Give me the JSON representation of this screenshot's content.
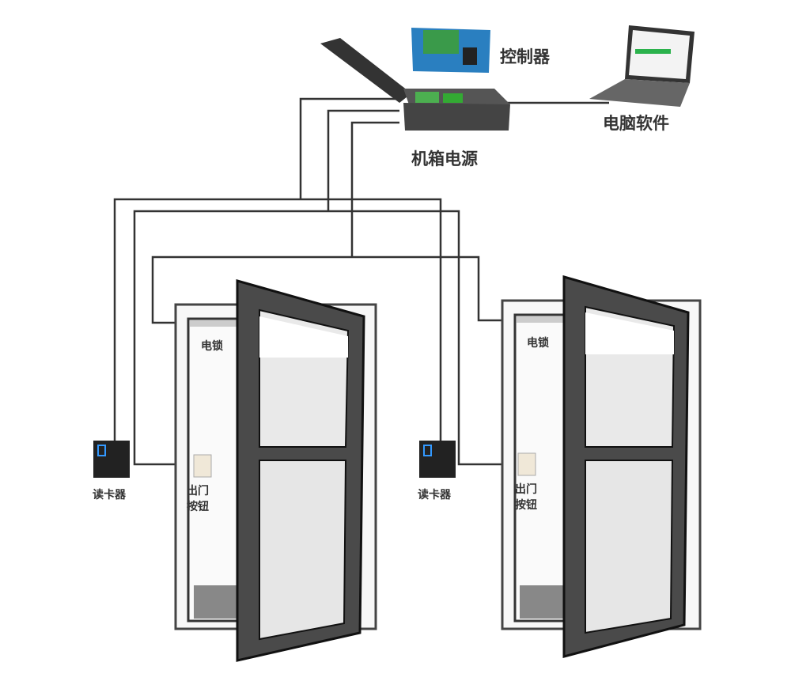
{
  "labels": {
    "controller": "控制器",
    "computer_software": "电脑软件",
    "chassis_power": "机箱电源",
    "door1": {
      "electric_lock": "电锁",
      "card_reader": "读卡器",
      "exit_button_line1": "出门",
      "exit_button_line2": "按钮"
    },
    "door2": {
      "electric_lock": "电锁",
      "card_reader": "读卡器",
      "exit_button_line1": "出门",
      "exit_button_line2": "按钮"
    }
  },
  "colors": {
    "wire": "#333333",
    "door_frame": "#4a4a4a",
    "board": "#2a7fc0",
    "screen_bar": "#2bb24c"
  }
}
